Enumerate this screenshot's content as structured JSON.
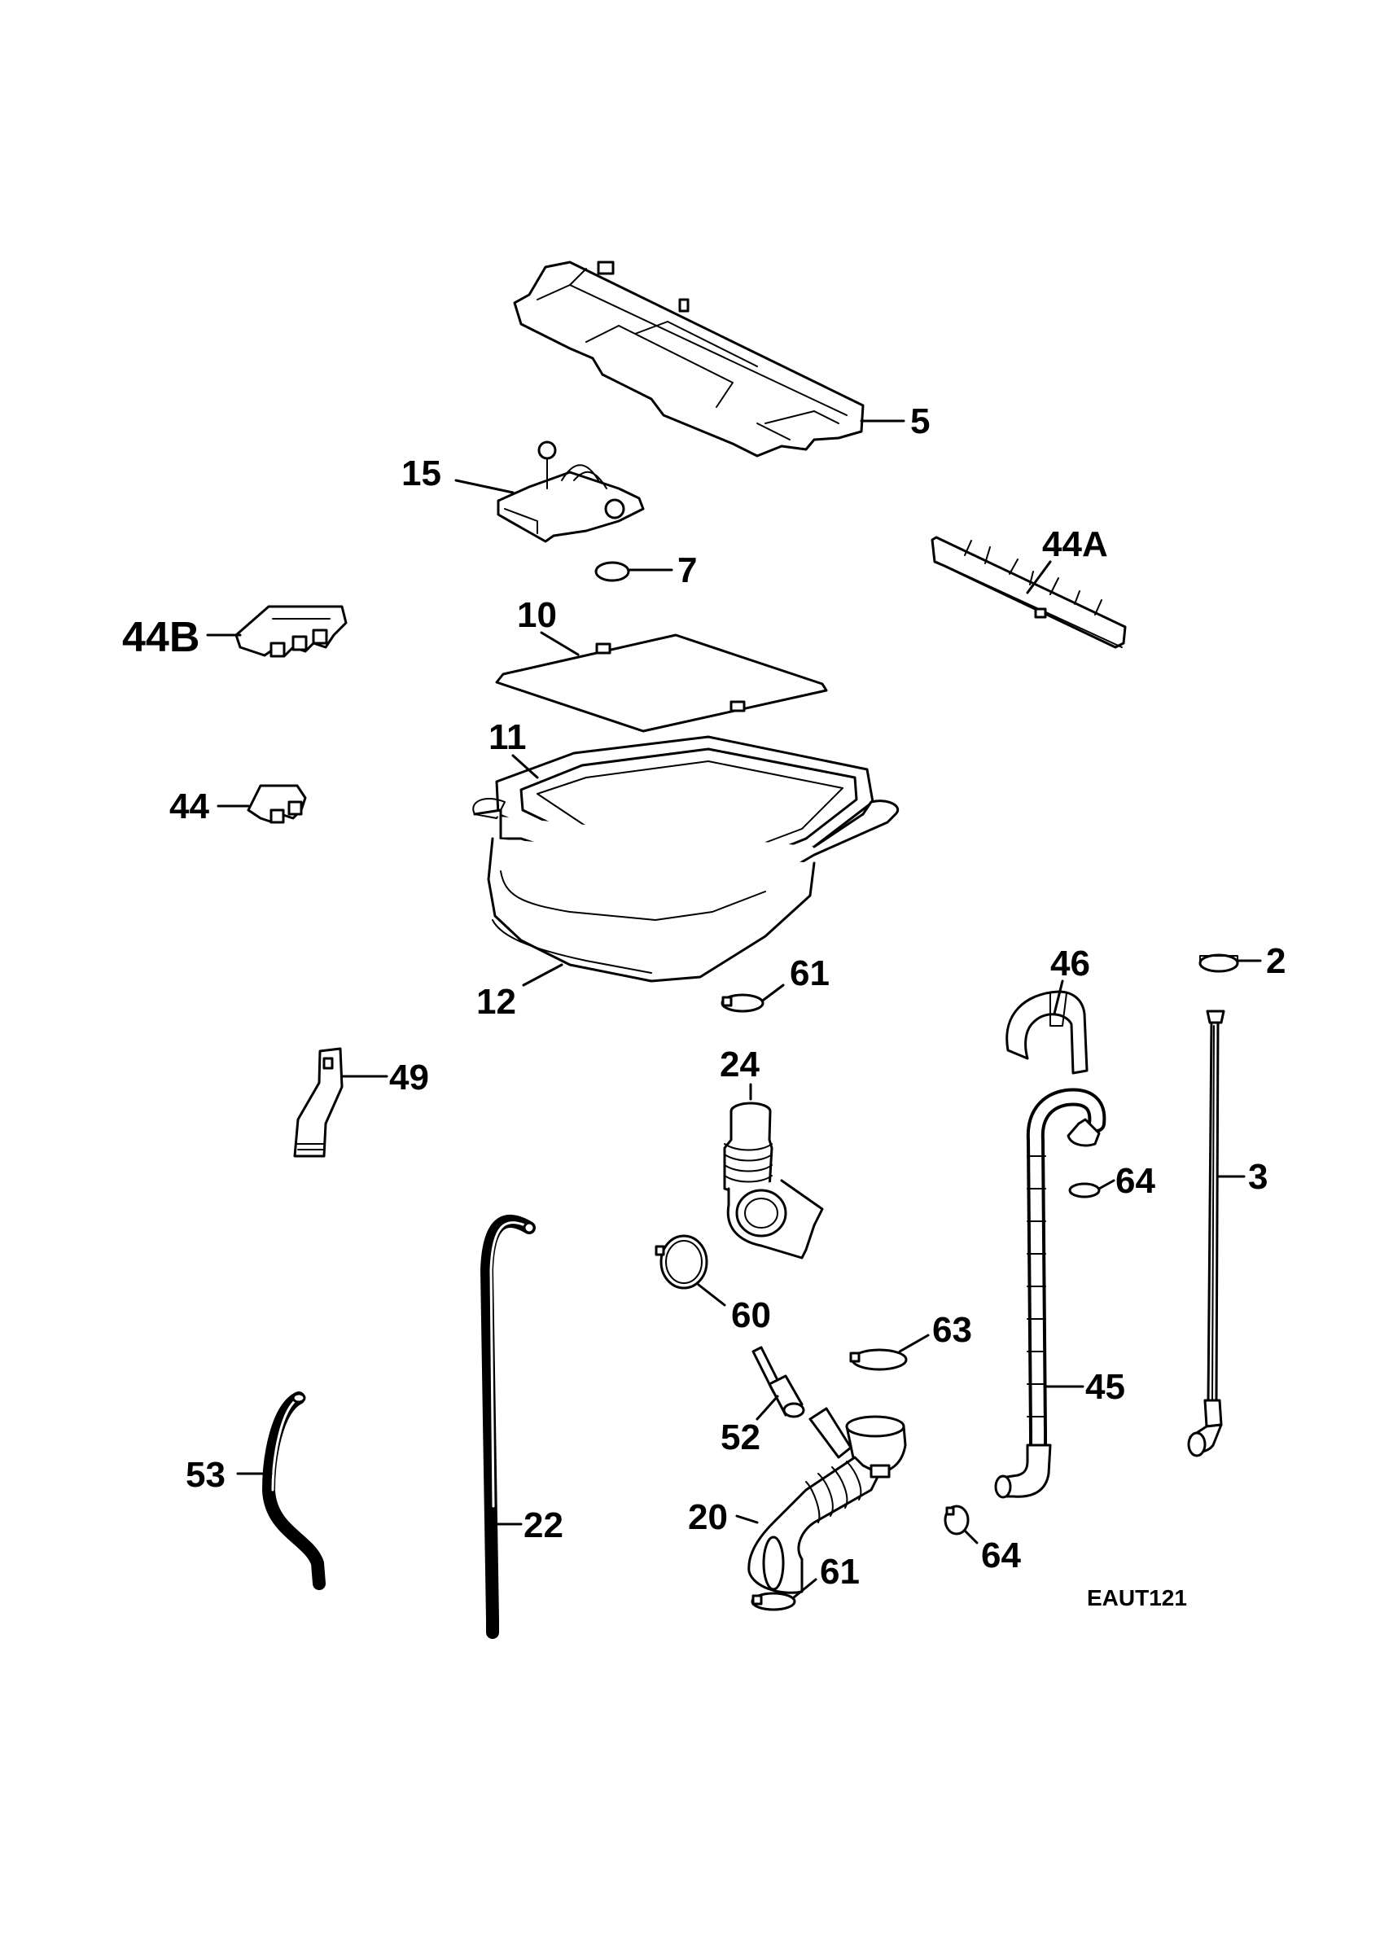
{
  "diagram": {
    "drawing_code": "EAUT121",
    "callouts": {
      "c5": "5",
      "c15": "15",
      "c7": "7",
      "c44A": "44A",
      "c44B": "44B",
      "c10": "10",
      "c11": "11",
      "c44": "44",
      "c12": "12",
      "c61a": "61",
      "c46": "46",
      "c2": "2",
      "c49": "49",
      "c24": "24",
      "c64a": "64",
      "c3": "3",
      "c60": "60",
      "c63": "63",
      "c45": "45",
      "c52": "52",
      "c53": "53",
      "c22": "22",
      "c20": "20",
      "c64b": "64",
      "c61b": "61"
    }
  }
}
